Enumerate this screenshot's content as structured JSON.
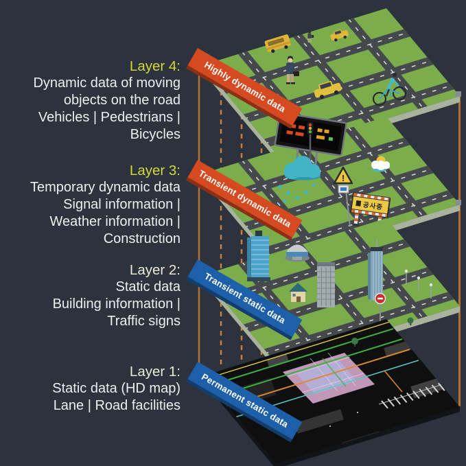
{
  "colors": {
    "background": "#2c333c",
    "ribbon_orange": "#d64a22",
    "ribbon_blue": "#1d5fa8",
    "connector_orange": "#c97e3e",
    "plane_green": "#7bad4d",
    "road_gray": "#46494c",
    "layer_title_yellow": "#d4d63a",
    "layer_title_cream": "#e9ead8",
    "body_text": "#edeff0"
  },
  "layers": [
    {
      "title": "Layer 4:",
      "title_color": "#d4d63a",
      "description_lines": [
        "Dynamic data of moving",
        "objects on the road",
        "Vehicles | Pedestrians |",
        "Bicycles"
      ],
      "ribbon_label": "Highly dynamic data",
      "ribbon_color": "#d64a22",
      "depicted_items": [
        "bus",
        "car",
        "taxi",
        "pedestrians",
        "businessman",
        "cyclist",
        "roads"
      ]
    },
    {
      "title": "Layer 3:",
      "title_color": "#d4d63a",
      "description_lines": [
        "Temporary dynamic data",
        "Signal information |",
        "Weather information |",
        "Construction"
      ],
      "ribbon_label": "Transient dynamic data",
      "ribbon_color": "#d64a22",
      "depicted_items": [
        "variable-message-sign",
        "traffic-light",
        "rain-cloud",
        "warning-sign",
        "construction-sign",
        "weather-icon",
        "roads"
      ]
    },
    {
      "title": "Layer 2:",
      "title_color": "#e9ead8",
      "description_lines": [
        "Static data",
        "Building information |",
        "Traffic signs"
      ],
      "ribbon_label": "Transient static data",
      "ribbon_color": "#1d5fa8",
      "depicted_items": [
        "skyscrapers",
        "dome-building",
        "house",
        "street-lamps",
        "red-traffic-sign",
        "trees",
        "roads"
      ]
    },
    {
      "title": "Layer 1:",
      "title_color": "#e9ead8",
      "description_lines": [
        "Static data (HD map)",
        "Lane | Road facilities"
      ],
      "ribbon_label": "Permanent static data",
      "ribbon_color": "#1d5fa8",
      "depicted_items": [
        "hd-map-point-cloud",
        "lane-lines",
        "crosswalks",
        "parking-slots"
      ]
    }
  ],
  "construction_sign": {
    "text": "공사중"
  },
  "warning_sign": {
    "text": "!"
  }
}
